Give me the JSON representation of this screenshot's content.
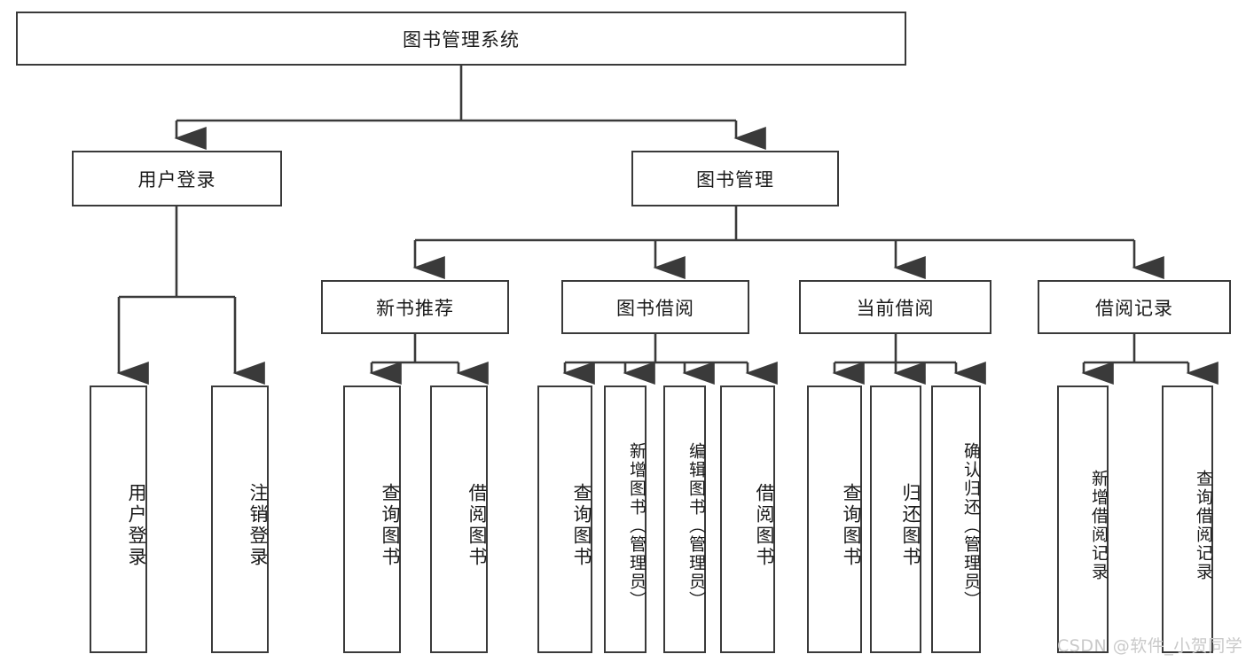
{
  "diagram": {
    "title_box": {
      "label": "图书管理系统"
    },
    "level1": [
      {
        "id": "user-login",
        "label": "用户登录"
      },
      {
        "id": "book-management",
        "label": "图书管理"
      }
    ],
    "level2": [
      {
        "id": "new-book-recommend",
        "label": "新书推荐"
      },
      {
        "id": "book-borrow",
        "label": "图书借阅"
      },
      {
        "id": "current-borrow",
        "label": "当前借阅"
      },
      {
        "id": "borrow-record",
        "label": "借阅记录"
      }
    ],
    "leaves": [
      {
        "id": "leaf-user-login",
        "label": "用户登录",
        "parent": "用户登录"
      },
      {
        "id": "leaf-logout-login",
        "label": "注销登录",
        "parent": "用户登录"
      },
      {
        "id": "leaf-query-book-1",
        "label": "查询图书",
        "parent": "新书推荐"
      },
      {
        "id": "leaf-borrow-book-1",
        "label": "借阅图书",
        "parent": "新书推荐"
      },
      {
        "id": "leaf-query-book-2",
        "label": "查询图书",
        "parent": "图书借阅"
      },
      {
        "id": "leaf-add-book-admin",
        "label": "新增图书（管理员）",
        "parent": "图书借阅"
      },
      {
        "id": "leaf-edit-book-admin",
        "label": "编辑图书（管理员）",
        "parent": "图书借阅"
      },
      {
        "id": "leaf-borrow-book-2",
        "label": "借阅图书",
        "parent": "图书借阅"
      },
      {
        "id": "leaf-query-book-3",
        "label": "查询图书",
        "parent": "当前借阅"
      },
      {
        "id": "leaf-return-book",
        "label": "归还图书",
        "parent": "当前借阅"
      },
      {
        "id": "leaf-confirm-return-admin",
        "label": "确认归还（管理员）",
        "parent": "当前借阅"
      },
      {
        "id": "leaf-add-borrow-record",
        "label": "新增借阅记录",
        "parent": "借阅记录"
      },
      {
        "id": "leaf-query-borrow-record",
        "label": "查询借阅记录",
        "parent": "借阅记录"
      }
    ],
    "watermark": "CSDN @软件_小贺同学",
    "colors": {
      "stroke": "#3a3a3a",
      "text": "#1a1a1a",
      "background": "#ffffff",
      "watermark": "#c9c9c9"
    }
  }
}
